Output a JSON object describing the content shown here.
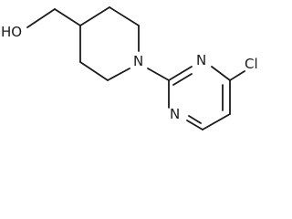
{
  "molecule": {
    "atoms": {
      "hydroxyl": "HO",
      "piperidine_nitrogen": "N",
      "pyrimidine_n_top": "N",
      "pyrimidine_n_bottom": "N",
      "chlorine": "Cl"
    },
    "bond_color": "#1a1a1a",
    "label_color": "#1a1a1a",
    "background": "#ffffff"
  }
}
